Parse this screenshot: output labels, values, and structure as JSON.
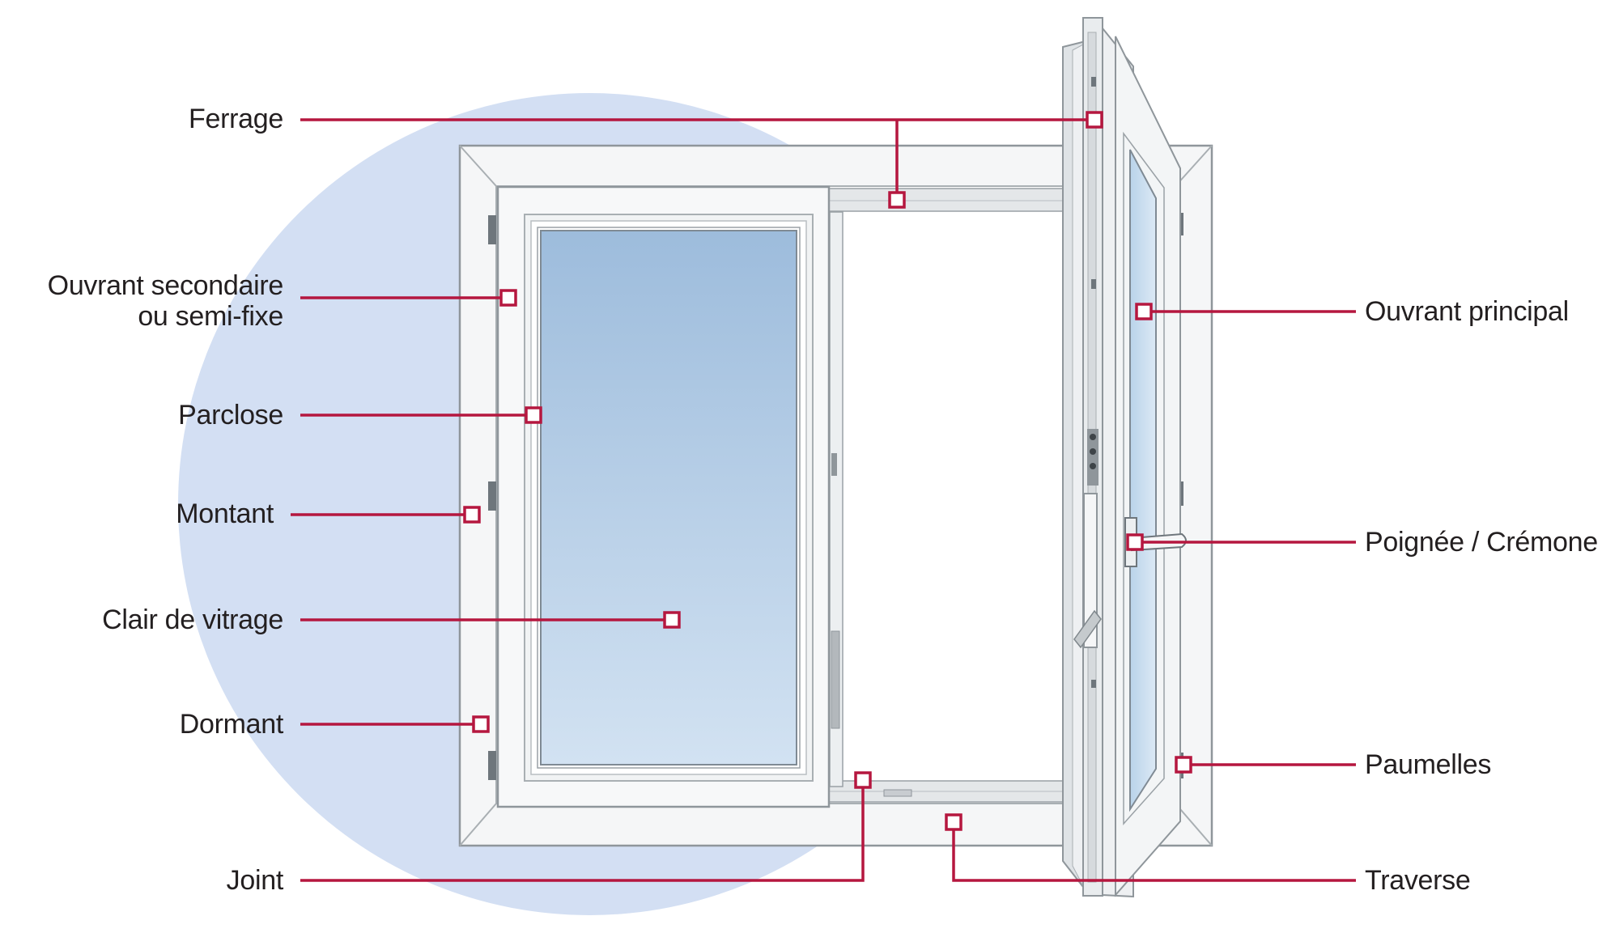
{
  "labels": {
    "ferrage": "Ferrage",
    "ouvrant_secondaire_line1": "Ouvrant secondaire",
    "ouvrant_secondaire_line2": "ou semi-fixe",
    "parclose": "Parclose",
    "montant": "Montant",
    "clair_de_vitrage": "Clair de vitrage",
    "dormant": "Dormant",
    "joint": "Joint",
    "ouvrant_principal": "Ouvrant principal",
    "poignee_cremone": "Poignée / Crémone",
    "paumelles": "Paumelles",
    "traverse": "Traverse"
  },
  "colors": {
    "leader": "#b5173f",
    "circle": "#d3dff3",
    "frame_fill": "#f5f7f8",
    "frame_stroke": "#9aa1a6",
    "glass_top": "#9dbcdc",
    "glass_bottom": "#cfe0f1"
  }
}
